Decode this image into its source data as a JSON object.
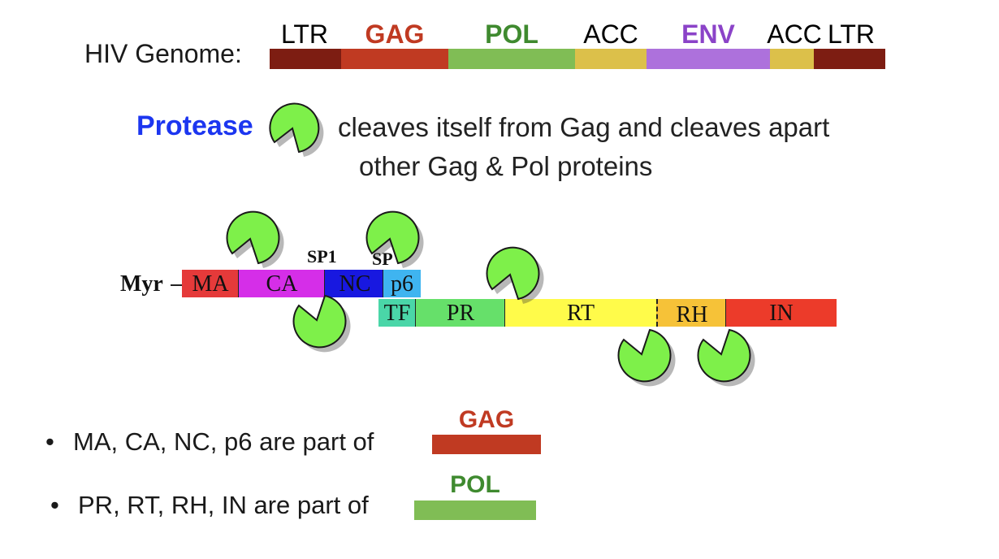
{
  "genome": {
    "label": "HIV Genome:",
    "segments": [
      {
        "name": "LTR",
        "color": "#7d1d12",
        "label_color": "#111111",
        "bold": false
      },
      {
        "name": "GAG",
        "color": "#c03a22",
        "label_color": "#c03a22",
        "bold": true
      },
      {
        "name": "POL",
        "color": "#80bd55",
        "label_color": "#3f8a2f",
        "bold": true
      },
      {
        "name": "ACC",
        "color": "#dcc04a",
        "label_color": "#111111",
        "bold": false
      },
      {
        "name": "ENV",
        "color": "#ad71dc",
        "label_color": "#8b43c8",
        "bold": true
      },
      {
        "name": "ACC",
        "color": "#dcc04a",
        "label_color": "#111111",
        "bold": false
      },
      {
        "name": "LTR",
        "color": "#7d1d12",
        "label_color": "#111111",
        "bold": false
      }
    ]
  },
  "protease": {
    "title": "Protease",
    "line1": "cleaves itself from Gag and cleaves apart",
    "line2": "other Gag & Pol proteins"
  },
  "polyprotein": {
    "myr": "Myr",
    "gag": [
      {
        "label": "MA",
        "color": "#e53a3a"
      },
      {
        "label": "CA",
        "color": "#d52ee8"
      },
      {
        "label": "NC",
        "color": "#1818e0"
      },
      {
        "label": "p6",
        "color": "#3fb4f0"
      }
    ],
    "sp1": "SP1",
    "sp2": "SP",
    "pol": [
      {
        "label": "TF",
        "color": "#4ad6a8"
      },
      {
        "label": "PR",
        "color": "#66e06a"
      },
      {
        "label": "RT",
        "color": "#fffb4a"
      },
      {
        "label": "RH",
        "color": "#f6c238"
      },
      {
        "label": "IN",
        "color": "#ec3b2a"
      }
    ]
  },
  "bullets": [
    {
      "text": "MA, CA, NC, p6 are part of",
      "tag": "GAG",
      "color": "#c03a22"
    },
    {
      "text": "PR, RT, RH, IN are part of",
      "tag": "POL",
      "color": "#80bd55",
      "tag_color": "#3f8a2f"
    }
  ],
  "bullet_symbol": "•",
  "colors": {
    "pacman": "#7ef04a",
    "pacman_outline": "#1a1a1a"
  }
}
